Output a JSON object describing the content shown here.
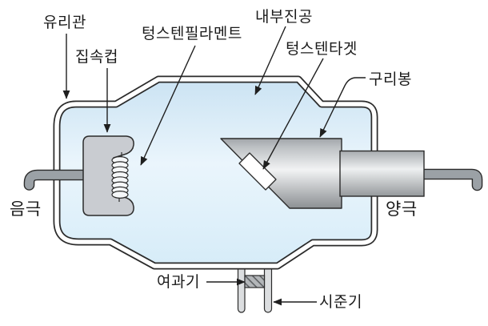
{
  "diagram": {
    "type": "labeled-schematic",
    "subject": "X-ray tube structure diagram",
    "labels": {
      "glass_tube": "유리관",
      "focusing_cup": "집속컵",
      "tungsten_filament": "텅스텐필라멘트",
      "internal_vacuum": "내부진공",
      "tungsten_target": "텅스텐타겟",
      "copper_rod": "구리봉",
      "cathode": "음극",
      "anode": "양극",
      "filter": "여과기",
      "collimator": "시준기"
    },
    "colors": {
      "background": "#ffffff",
      "outline": "#2b2b2b",
      "vacuum_blue_top": "#cbe3f3",
      "vacuum_blue_center": "#eaf5fc",
      "vacuum_blue_bottom": "#d6ecf8",
      "cup_gray": "#c9ccd1",
      "lead_wire_gray": "#9ba1a6",
      "anode_highlight": "#f2f3f4",
      "anode_shadow": "#8c9093",
      "post_gray": "#dcdee0",
      "filter_base": "#b3b6b9",
      "filter_hatch": "#5d6063"
    }
  }
}
